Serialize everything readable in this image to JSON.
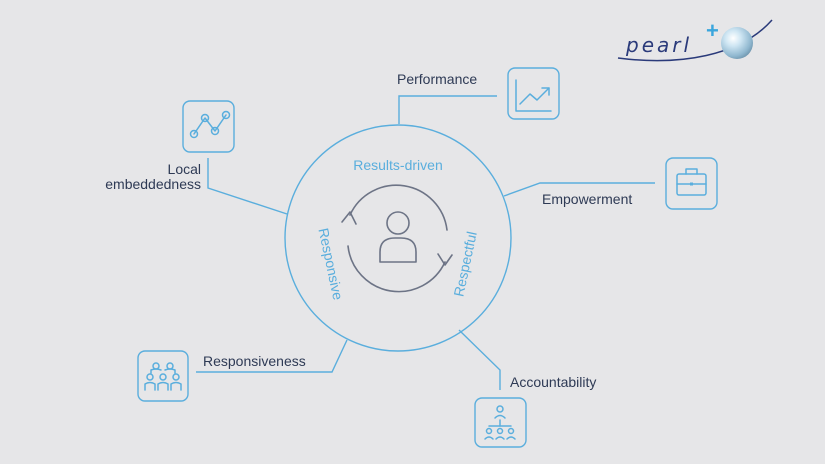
{
  "logo": {
    "text": "pearl",
    "plus": "+"
  },
  "ring": {
    "top": "Results-driven",
    "left": "Responsive",
    "right": "Respectful"
  },
  "nodes": {
    "performance": {
      "label": "Performance",
      "icon": "trend-chart-icon"
    },
    "empowerment": {
      "label": "Empowerment",
      "icon": "briefcase-icon"
    },
    "accountability": {
      "label": "Accountability",
      "icon": "hierarchy-icon"
    },
    "responsiveness": {
      "label": "Responsiveness",
      "icon": "group-icon"
    },
    "local_line1": "Local",
    "local_line2": "embeddedness",
    "local": {
      "icon": "network-nodes-icon"
    }
  },
  "colors": {
    "accent": "#5aaedd",
    "text": "#2e3a55",
    "background": "#e6e6e8",
    "center_icon": "#6d7486",
    "logo": "#2a3a7a"
  }
}
